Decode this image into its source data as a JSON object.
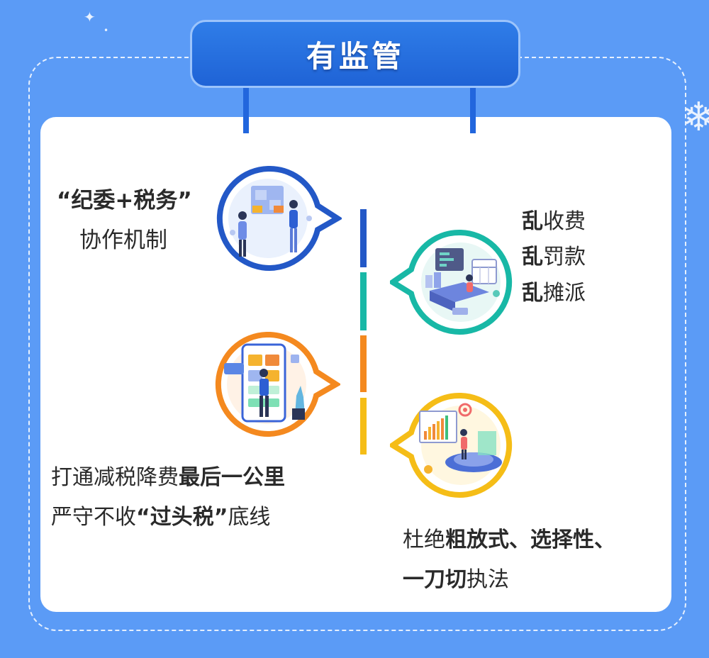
{
  "header": {
    "title": "有监管"
  },
  "items": [
    {
      "line1": "“纪委+税务”",
      "line2": "协作机制"
    },
    {
      "lines": [
        {
          "strong": "乱",
          "normal": "收费"
        },
        {
          "strong": "乱",
          "normal": "罚款"
        },
        {
          "strong": "乱",
          "normal": "摊派"
        }
      ]
    },
    {
      "line1_normal": "打通减税降费",
      "line1_strong": "最后一公里",
      "line2_a": "严守不收",
      "line2_strong": "“过头税”",
      "line2_b": "底线"
    },
    {
      "line1_a": "杜绝",
      "line1_strong": "粗放式、选择性、",
      "line2_strong": "一刀切",
      "line2_b": "执法"
    }
  ],
  "colors": {
    "background": "#5b9bf6",
    "title": "#2066dc",
    "blue": "#2358c7",
    "teal": "#18b8a6",
    "orange": "#f4891f",
    "yellow": "#f5bd17"
  },
  "icons": [
    "team-puzzle-illustration",
    "office-desk-illustration",
    "shopping-app-illustration",
    "data-analysis-illustration",
    "snowflake-icon"
  ]
}
